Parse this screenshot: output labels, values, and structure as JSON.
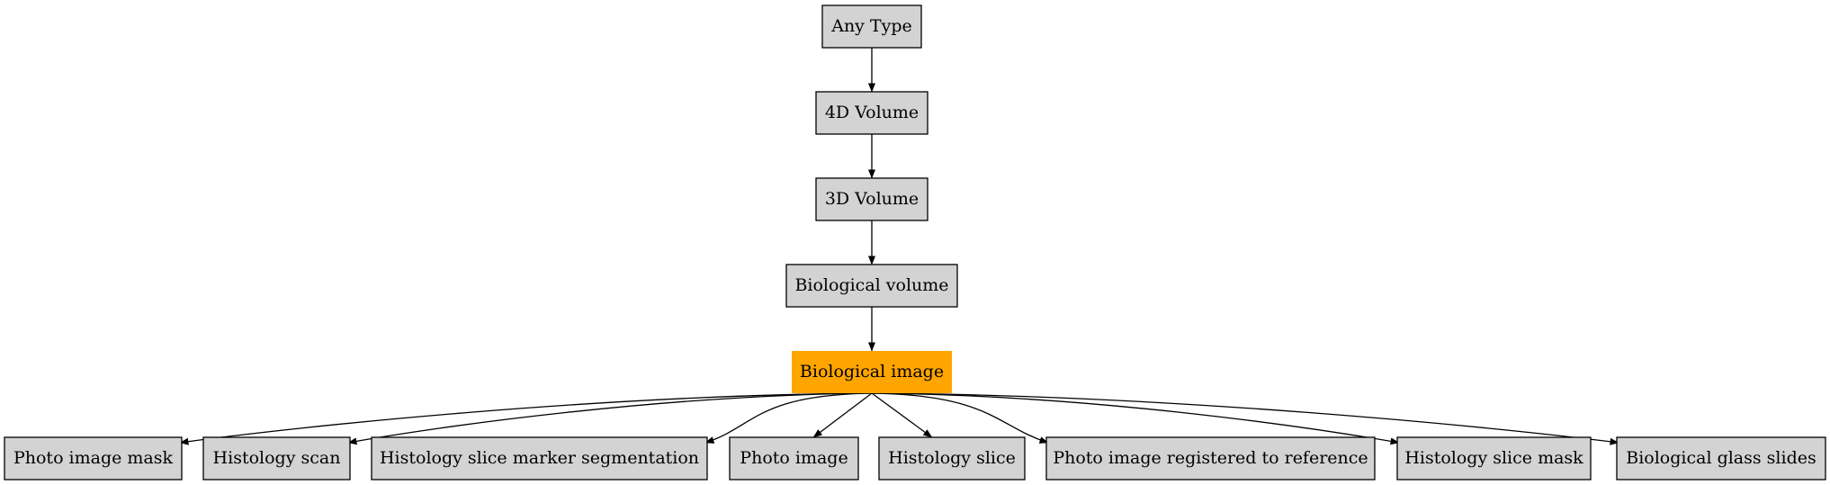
{
  "colors": {
    "node_fill": "#d3d3d3",
    "highlight_fill": "#ffa500",
    "edge": "#000000"
  },
  "nodes": {
    "any_type": "Any Type",
    "volume_4d": "4D Volume",
    "volume_3d": "3D Volume",
    "biological_volume": "Biological volume",
    "biological_image": "Biological image",
    "photo_image_mask": "Photo image mask",
    "histology_scan": "Histology scan",
    "histology_slice_marker_segmentation": "Histology slice marker segmentation",
    "photo_image": "Photo image",
    "histology_slice": "Histology slice",
    "photo_image_registered_to_reference": "Photo image registered to reference",
    "histology_slice_mask": "Histology slice mask",
    "biological_glass_slides": "Biological glass slides"
  },
  "edges": [
    [
      "any_type",
      "volume_4d"
    ],
    [
      "volume_4d",
      "volume_3d"
    ],
    [
      "volume_3d",
      "biological_volume"
    ],
    [
      "biological_volume",
      "biological_image"
    ],
    [
      "biological_image",
      "photo_image_mask"
    ],
    [
      "biological_image",
      "histology_scan"
    ],
    [
      "biological_image",
      "histology_slice_marker_segmentation"
    ],
    [
      "biological_image",
      "photo_image"
    ],
    [
      "biological_image",
      "histology_slice"
    ],
    [
      "biological_image",
      "photo_image_registered_to_reference"
    ],
    [
      "biological_image",
      "histology_slice_mask"
    ],
    [
      "biological_image",
      "biological_glass_slides"
    ]
  ],
  "highlighted_node": "biological_image"
}
